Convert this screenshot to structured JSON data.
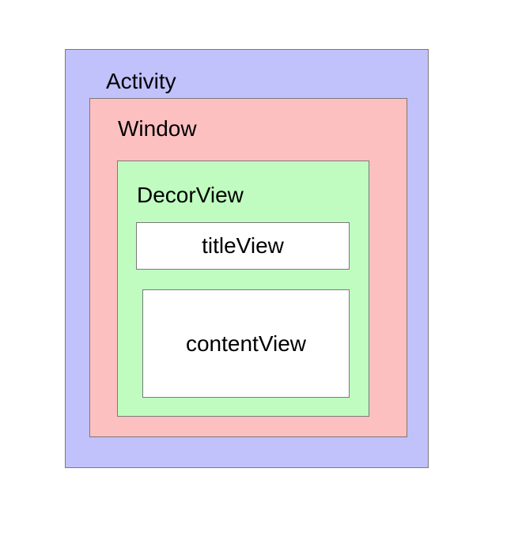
{
  "diagram": {
    "activity": {
      "label": "Activity",
      "fill": "#c1c1fc"
    },
    "window": {
      "label": "Window",
      "fill": "#fdc0c0"
    },
    "decor_view": {
      "label": "DecorView",
      "fill": "#c0fcc0"
    },
    "title_view": {
      "label": "titleView",
      "fill": "#ffffff"
    },
    "content_view": {
      "label": "contentView",
      "fill": "#ffffff"
    },
    "border_color": "#7a7a7a"
  }
}
